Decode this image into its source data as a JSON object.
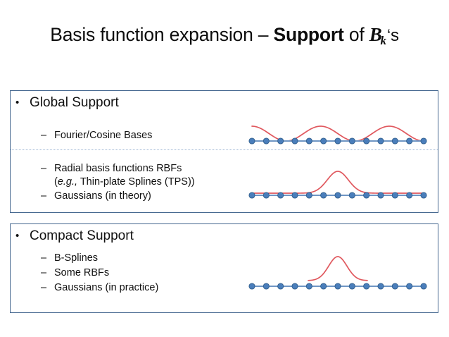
{
  "slide": {
    "title": {
      "part1": "Basis function expansion – ",
      "bold": "Support",
      "part2": " of ",
      "variable": "B",
      "subscript": "k",
      "suffix": "‘s"
    }
  },
  "colors": {
    "box_border": "#44678f",
    "divider": "#9fb6d4",
    "curve_red": "#e0585e",
    "node_blue": "#4a7ebb",
    "node_edge": "#2e5c8a",
    "baseline_blue": "#6f96c4",
    "text": "#111111"
  },
  "sections": [
    {
      "id": "global",
      "heading": "Global Support",
      "bullet_glyph": "•",
      "items": [
        {
          "dash": "–",
          "lines": [
            "Fourier/Cosine Bases"
          ]
        },
        {
          "dash": "–",
          "lines": [
            "Radial basis functions RBFs",
            "(e.g., Thin-plate Splines (TPS))"
          ],
          "italic_prefix": "e.g.,"
        },
        {
          "dash": "–",
          "lines": [
            "Gaussians (in theory)"
          ]
        }
      ]
    },
    {
      "id": "compact",
      "heading": "Compact Support",
      "bullet_glyph": "•",
      "items": [
        {
          "dash": "–",
          "lines": [
            "B-Splines"
          ]
        },
        {
          "dash": "–",
          "lines": [
            "Some RBFs"
          ]
        },
        {
          "dash": "–",
          "lines": [
            "Gaussians (in practice)"
          ]
        }
      ]
    }
  ],
  "text_pieces": {
    "global_heading": "Global Support",
    "fourier": "Fourier/Cosine Bases",
    "rbf_line1": "Radial basis functions RBFs",
    "rbf_line2_open": "(",
    "rbf_line2_italic": "e.g.,",
    "rbf_line2_rest": " Thin-plate Splines (TPS))",
    "gauss_theory": "Gaussians (in theory)",
    "compact_heading": "Compact Support",
    "bsplines": "B-Splines",
    "some_rbfs": "Some RBFs",
    "gauss_practice": "Gaussians (in practice)",
    "dash": "–",
    "bullet": "•"
  },
  "chart_data": [
    {
      "id": "fourier-cosine-plot",
      "type": "line",
      "title": "Fourier/Cosine basis – global support",
      "support": "global",
      "curve": "cosine",
      "periods": 2.5,
      "node_count": 13,
      "node_x": [
        0,
        20,
        40,
        60,
        80,
        100,
        120,
        140,
        160,
        180,
        200,
        220,
        240
      ],
      "baseline_y": 0,
      "amplitude": 1.0,
      "curve_x_range": [
        0,
        244
      ],
      "series": [
        {
          "name": "cosine basis",
          "color": "#e0585e"
        },
        {
          "name": "knot nodes",
          "color": "#4a7ebb"
        }
      ]
    },
    {
      "id": "global-rbf-plot",
      "type": "line",
      "title": "Radial basis function / Gaussian – global support",
      "support": "global",
      "curve": "gaussian-with-infinite-tails",
      "center_index": 6,
      "node_count": 13,
      "node_x": [
        0,
        20,
        40,
        60,
        80,
        100,
        120,
        140,
        160,
        180,
        200,
        220,
        240
      ],
      "baseline_y": 0,
      "amplitude": 1.0,
      "sigma": 17,
      "curve_x_range": [
        0,
        244
      ],
      "series": [
        {
          "name": "gaussian basis",
          "color": "#e0585e"
        },
        {
          "name": "knot nodes",
          "color": "#4a7ebb"
        }
      ]
    },
    {
      "id": "compact-support-plot",
      "type": "line",
      "title": "Gaussian – compact support",
      "support": "compact",
      "curve": "truncated-gaussian",
      "center_index": 6,
      "node_count": 13,
      "node_x": [
        0,
        20,
        40,
        60,
        80,
        100,
        120,
        140,
        160,
        180,
        200,
        220,
        240
      ],
      "baseline_y": 0,
      "amplitude": 1.0,
      "sigma": 15,
      "curve_x_range": [
        88,
        172
      ],
      "series": [
        {
          "name": "truncated gaussian basis",
          "color": "#e0585e"
        },
        {
          "name": "knot nodes",
          "color": "#4a7ebb"
        }
      ]
    }
  ]
}
